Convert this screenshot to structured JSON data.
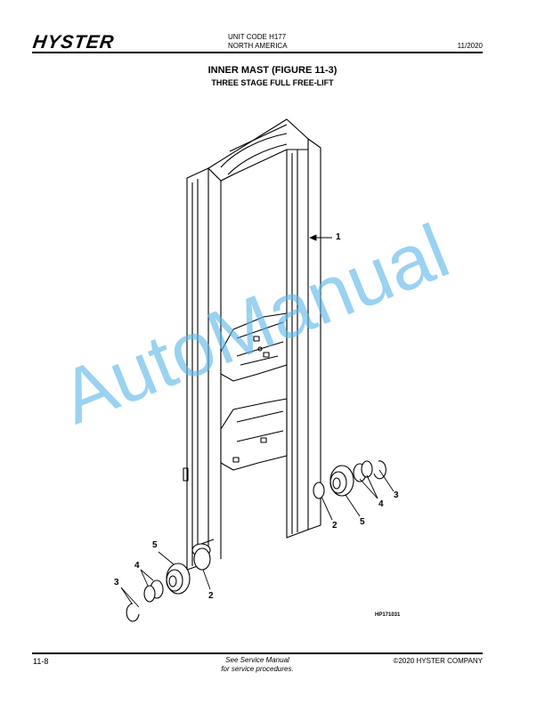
{
  "header": {
    "brand": "HYSTER",
    "unit_code": "UNIT CODE H177",
    "region": "NORTH AMERICA",
    "date": "11/2020"
  },
  "title": "INNER MAST (FIGURE 11-3)",
  "subtitle": "THREE STAGE FULL FREE-LIFT",
  "callouts": {
    "mast": "1",
    "roller_right_pin": "2",
    "roller_right_ring": "3",
    "roller_right_shims": "4",
    "roller_right_bearing": "5",
    "roller_left_pin": "2",
    "roller_left_ring": "3",
    "roller_left_shims": "4",
    "roller_left_bearing": "5"
  },
  "figure_id": "HP171031",
  "watermark": "AutoManual",
  "footer": {
    "page": "11-8",
    "note_line1": "See Service Manual",
    "note_line2": "for service procedures.",
    "copyright": "©2020 HYSTER COMPANY"
  }
}
